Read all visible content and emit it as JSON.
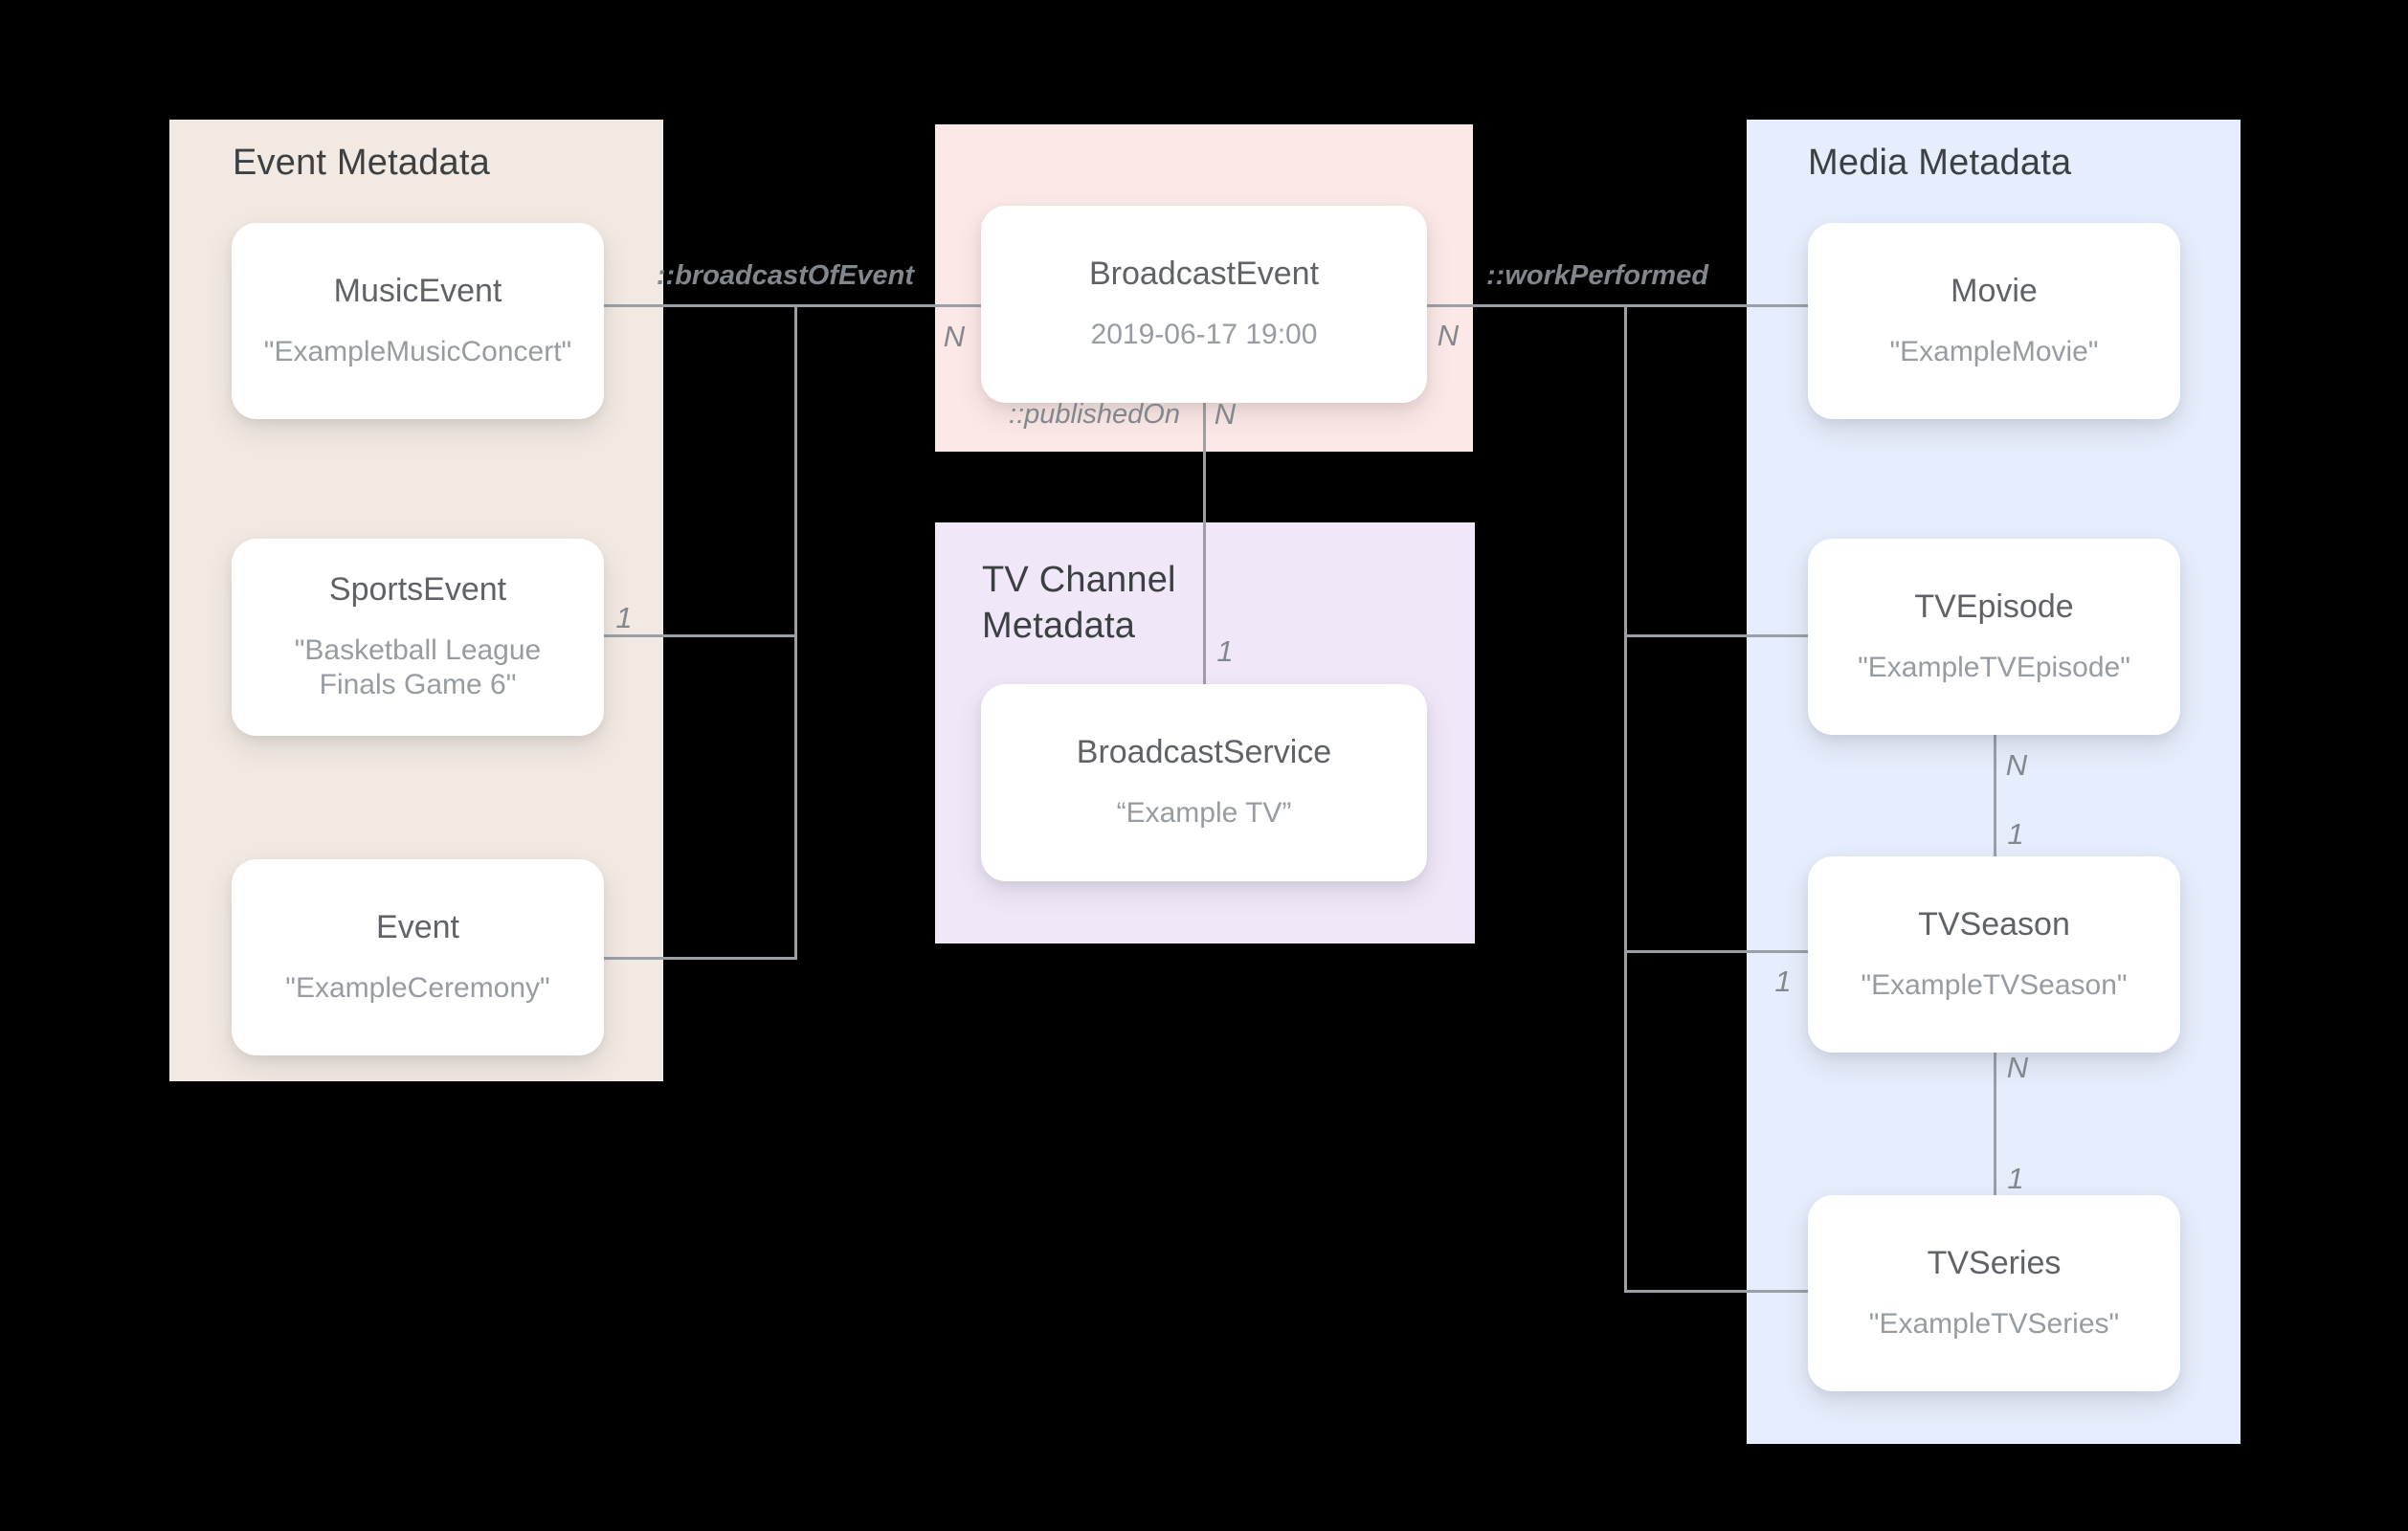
{
  "diagram": {
    "panels": {
      "event_metadata": {
        "title": "Event Metadata",
        "bg": "#f2e9e2"
      },
      "broadcast_event_panel": {
        "bg": "#fce8e6"
      },
      "tv_channel_metadata": {
        "title": "TV Channel Metadata",
        "bg": "#f0e8f8"
      },
      "media_metadata": {
        "title": "Media Metadata",
        "bg": "#e6edfc"
      }
    },
    "nodes": {
      "music_event": {
        "title": "MusicEvent",
        "value": "\"ExampleMusicConcert\""
      },
      "sports_event": {
        "title": "SportsEvent",
        "value": "\"Basketball League Finals Game 6\""
      },
      "event": {
        "title": "Event",
        "value": "\"ExampleCeremony\""
      },
      "broadcast_event": {
        "title": "BroadcastEvent",
        "value": "2019-06-17 19:00"
      },
      "broadcast_service": {
        "title": "BroadcastService",
        "value": "“Example TV”"
      },
      "movie": {
        "title": "Movie",
        "value": "\"ExampleMovie\""
      },
      "tv_episode": {
        "title": "TVEpisode",
        "value": "\"ExampleTVEpisode\""
      },
      "tv_season": {
        "title": "TVSeason",
        "value": "\"ExampleTVSeason\""
      },
      "tv_series": {
        "title": "TVSeries",
        "value": "\"ExampleTVSeries\""
      }
    },
    "relations": {
      "broadcast_of_event": "::broadcastOfEvent",
      "work_performed": "::workPerformed",
      "published_on": "::publishedOn"
    },
    "multiplicities": {
      "broadcast_event_left_n": "N",
      "broadcast_event_right_n": "N",
      "published_on_n": "N",
      "broadcast_service_1": "1",
      "sports_event_1": "1",
      "tv_season_left_1": "1",
      "episode_season_n": "N",
      "episode_season_1": "1",
      "season_series_n": "N",
      "season_series_1": "1"
    }
  }
}
